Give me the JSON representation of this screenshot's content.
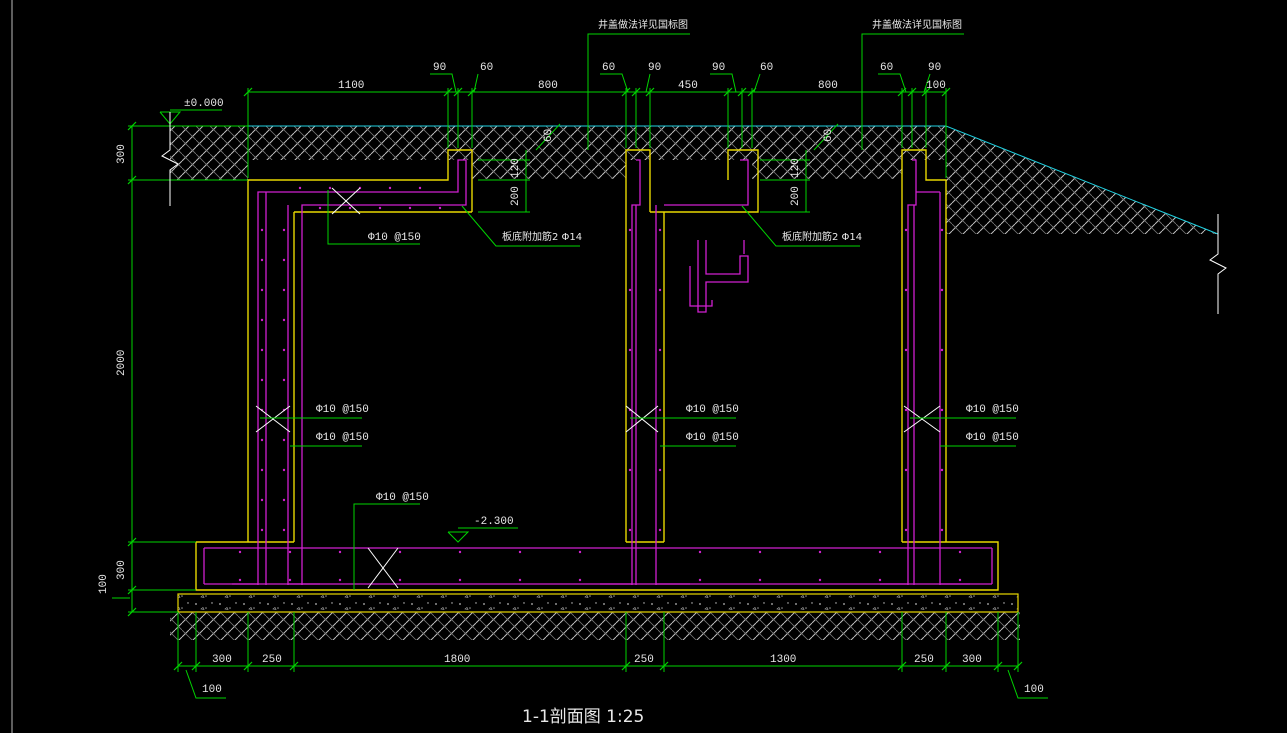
{
  "colors": {
    "background": "#000000",
    "dimension_line": "#00d400",
    "concrete_outline": "#e8d800",
    "rebar": "#d020d0",
    "ground_line": "#20d0e0",
    "text": "#e8e8e8"
  },
  "title": "1-1剖面图 1:25",
  "levels": {
    "top": "±0.000",
    "bottom": "-2.300"
  },
  "notes": {
    "cover_detail_left": "井盖做法详见国标图",
    "cover_detail_right": "井盖做法详见国标图",
    "slab_rebar_left": "板底附加筋2 Φ14",
    "slab_rebar_right": "板底附加筋2 Φ14",
    "rebar_top_slab": "Φ10 @150",
    "rebar_bottom_slab": "Φ10 @150",
    "rebar_wall_left_1": "Φ10 @150",
    "rebar_wall_left_2": "Φ10 @150",
    "rebar_wall_mid_1": "Φ10 @150",
    "rebar_wall_mid_2": "Φ10 @150",
    "rebar_wall_right_1": "Φ10 @150",
    "rebar_wall_right_2": "Φ10 @150"
  },
  "top_dims": {
    "d1100": "1100",
    "d90a": "90",
    "d60a": "60",
    "d800a": "800",
    "d60b": "60",
    "d90b": "90",
    "d450": "450",
    "d90c": "90",
    "d60c": "60",
    "d800b": "800",
    "d60d": "60",
    "d90d": "90",
    "d100": "100"
  },
  "slab_dims": {
    "d60l": "60",
    "d120l": "120",
    "d200l": "200",
    "d60r": "60",
    "d120r": "120",
    "d200r": "200"
  },
  "left_dims": {
    "d300": "300",
    "d2000": "2000",
    "d300b": "300",
    "d100": "100"
  },
  "bottom_dims": {
    "d300a": "300",
    "d250a": "250",
    "d1800": "1800",
    "d250b": "250",
    "d1300": "1300",
    "d250c": "250",
    "d300b": "300",
    "d100l": "100",
    "d100r": "100"
  }
}
